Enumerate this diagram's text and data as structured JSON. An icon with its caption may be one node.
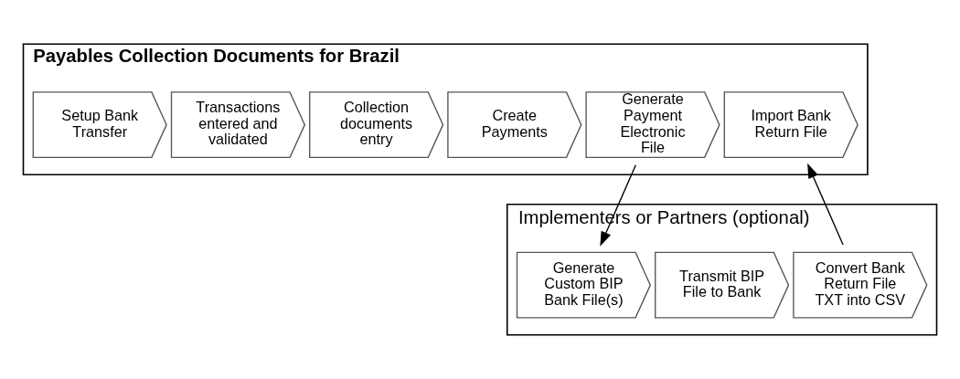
{
  "diagram": {
    "nodes": [
      {
        "text": [
          "Payables Collection Documents for Brazil"
        ]
      },
      {
        "text": [
          "Setup Bank Transfer"
        ],
        "in": 0
      },
      {
        "text": [
          "Transactions entered and validated"
        ],
        "in": 0
      },
      {
        "text": [
          "Collection documents entry"
        ],
        "in": 0
      },
      {
        "text": [
          "Create Payments"
        ],
        "in": 0
      },
      {
        "text": [
          "Generate Payment Electronic File"
        ],
        "in": 0
      },
      {
        "text": [
          "Import Bank Return File"
        ],
        "in": 0
      },
      {
        "text": [
          "Implementers or Partners (optional)"
        ]
      },
      {
        "text": [
          "Generate Custom BIP Bank File(s)"
        ],
        "in": 7
      },
      {
        "text": [
          "Transmit BIP File to Bank"
        ],
        "in": 7
      },
      {
        "text": [
          "Convert Bank Return File TXT into CSV"
        ],
        "in": 7
      }
    ],
    "edges": [
      {
        "from": 5,
        "to": 8,
        "arrow": "to"
      },
      {
        "from": 10,
        "to": 6,
        "arrow": "to"
      }
    ]
  }
}
